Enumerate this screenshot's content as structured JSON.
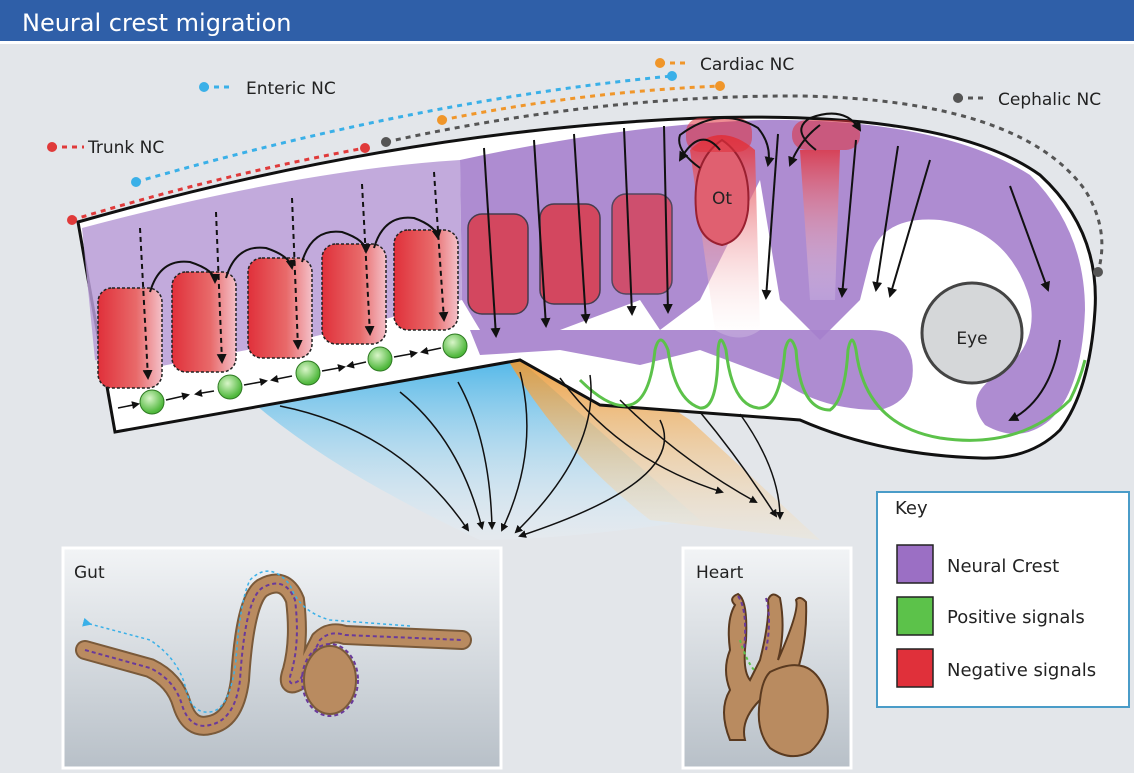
{
  "header": {
    "title": "Neural crest migration"
  },
  "streams": {
    "trunk": "Trunk NC",
    "enteric": "Enteric NC",
    "cardiac": "Cardiac NC",
    "cephalic": "Cephalic NC"
  },
  "structures": {
    "otic": "Ot",
    "eye": "Eye"
  },
  "panels": {
    "gut": "Gut",
    "heart": "Heart"
  },
  "key": {
    "title": "Key",
    "items": [
      {
        "label": "Neural Crest",
        "color": "#9b6fc4"
      },
      {
        "label": "Positive signals",
        "color": "#5cc24a"
      },
      {
        "label": "Negative signals",
        "color": "#e0303a"
      }
    ]
  },
  "colors": {
    "trunk": "#e03a3a",
    "enteric": "#3ab0e8",
    "cardiac": "#f0962a",
    "cephalic": "#555555",
    "neural_crest": "#a57fcc",
    "positive": "#5cc24a",
    "negative": "#e0303a",
    "gut_tissue": "#b98b60"
  }
}
